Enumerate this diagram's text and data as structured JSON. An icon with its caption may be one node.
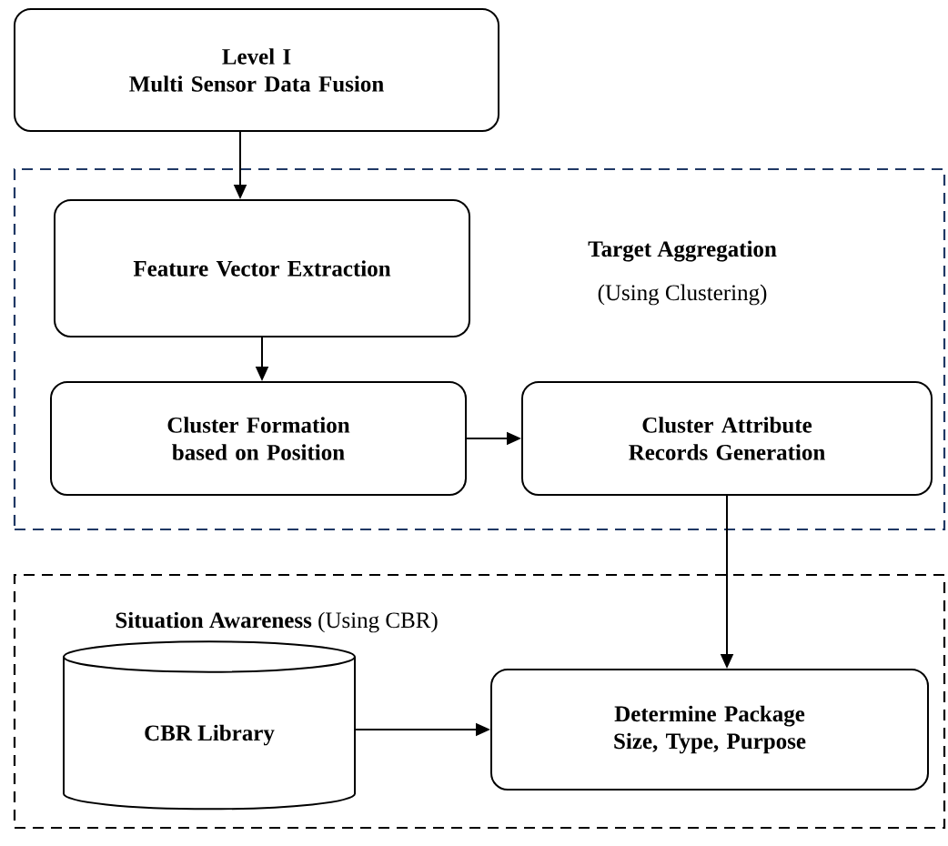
{
  "diagram": {
    "nodes": [
      {
        "text": [
          "Level I",
          "Multi Sensor Data Fusion"
        ]
      },
      {
        "text": [
          "Target Aggregation",
          "(Using Clustering)"
        ]
      },
      {
        "text": [
          "Feature Vector Extraction"
        ],
        "in": 1
      },
      {
        "text": [
          "Cluster Formation based on Position"
        ],
        "in": 1
      },
      {
        "text": [
          "Cluster Attribute Records Generation"
        ],
        "in": 1
      },
      {
        "text": [
          "**Situation Awareness** (Using CBR)"
        ]
      },
      {
        "text": [
          "CBR Library"
        ],
        "in": 5
      },
      {
        "text": [
          "Determine Package Size, Type, Purpose"
        ],
        "in": 5
      }
    ],
    "edges": [
      {
        "from": 0,
        "to": 2,
        "arrow": "to"
      },
      {
        "from": 2,
        "to": 3,
        "arrow": "to"
      },
      {
        "from": 3,
        "to": 4,
        "arrow": "to"
      },
      {
        "from": 4,
        "to": 7,
        "arrow": "to"
      },
      {
        "from": 6,
        "to": 7,
        "arrow": "to"
      }
    ]
  }
}
